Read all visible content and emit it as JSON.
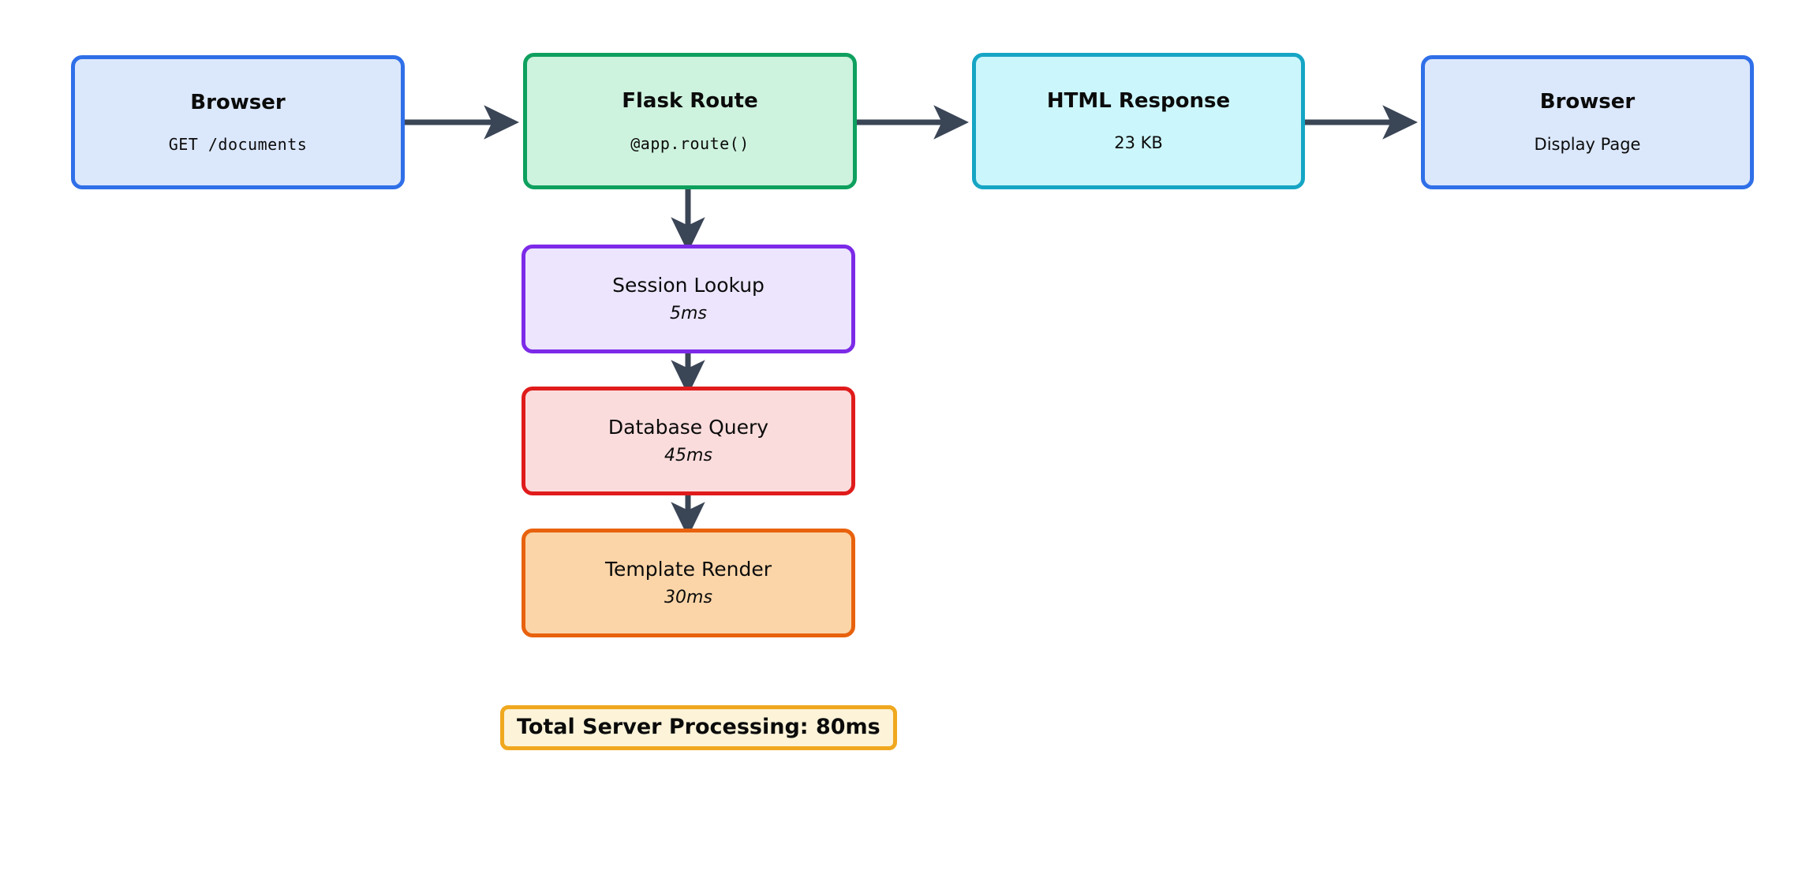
{
  "diagram": {
    "type": "flowchart",
    "orientation": "left-to-right with vertical sub-chain",
    "background_color": "#ffffff",
    "edge_color": "#3a4556",
    "nodes": [
      {
        "id": "browser-request",
        "title": "Browser",
        "subtitle": "GET /documents",
        "subtitle_style": "monospace",
        "border_color": "#2f6fe8",
        "fill_color": "#dbe7fb"
      },
      {
        "id": "flask-route",
        "title": "Flask Route",
        "subtitle": "@app.route()",
        "subtitle_style": "monospace",
        "border_color": "#0ea05e",
        "fill_color": "#cdf2dd"
      },
      {
        "id": "html-response",
        "title": "HTML Response",
        "subtitle": "23 KB",
        "subtitle_style": "sans",
        "border_color": "#16a5c4",
        "fill_color": "#cbf6fb"
      },
      {
        "id": "browser-display",
        "title": "Browser",
        "subtitle": "Display Page",
        "subtitle_style": "sans",
        "border_color": "#2f6fe8",
        "fill_color": "#dbe7fb"
      },
      {
        "id": "session-lookup",
        "title": "Session Lookup",
        "subtitle": "5ms",
        "subtitle_style": "italic",
        "border_color": "#7c2ae8",
        "fill_color": "#ece5fd"
      },
      {
        "id": "database-query",
        "title": "Database Query",
        "subtitle": "45ms",
        "subtitle_style": "italic",
        "border_color": "#e01b1b",
        "fill_color": "#fbdcdc"
      },
      {
        "id": "template-render",
        "title": "Template Render",
        "subtitle": "30ms",
        "subtitle_style": "italic",
        "border_color": "#e8620d",
        "fill_color": "#fbd5a8"
      }
    ],
    "edges": [
      {
        "from": "browser-request",
        "to": "flask-route",
        "direction": "right"
      },
      {
        "from": "flask-route",
        "to": "html-response",
        "direction": "right"
      },
      {
        "from": "html-response",
        "to": "browser-display",
        "direction": "right"
      },
      {
        "from": "flask-route",
        "to": "session-lookup",
        "direction": "down"
      },
      {
        "from": "session-lookup",
        "to": "database-query",
        "direction": "down"
      },
      {
        "from": "database-query",
        "to": "template-render",
        "direction": "down"
      }
    ],
    "summary_badge": {
      "label": "Total Server Processing: 80ms",
      "border_color": "#f0a81f",
      "fill_color": "#fcf3d8"
    },
    "timings": {
      "session_lookup_ms": 5,
      "database_query_ms": 45,
      "template_render_ms": 30,
      "total_ms": 80,
      "response_size": "23 KB"
    }
  }
}
